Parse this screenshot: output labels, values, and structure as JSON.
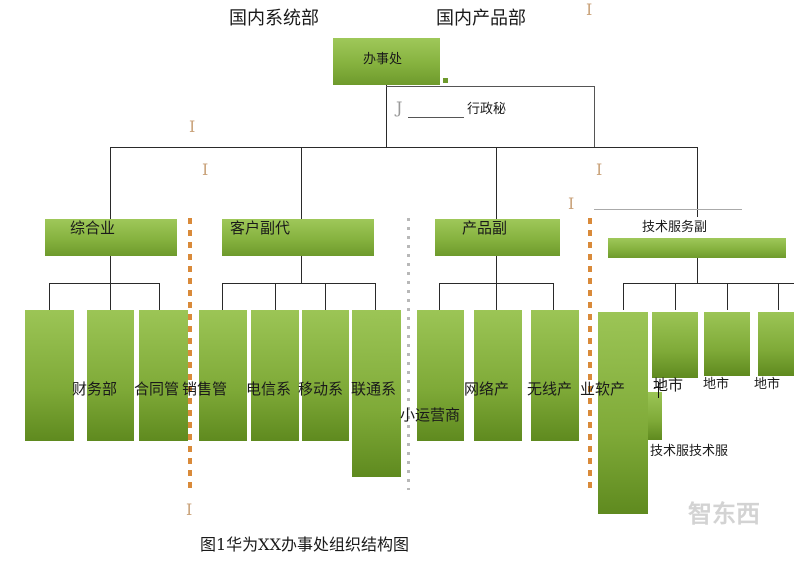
{
  "top_labels": {
    "left": "国内系统部",
    "right": "国内产品部"
  },
  "root": {
    "label": "办事处"
  },
  "admin": {
    "prefix": "J",
    "label": "行政秘"
  },
  "level2": [
    {
      "label": "综合业"
    },
    {
      "label": "客户副代"
    },
    {
      "label": "产品副"
    },
    {
      "label": "技术服务副"
    }
  ],
  "level3": {
    "a": [
      "财务部",
      "合同管",
      "销售管"
    ],
    "b": [
      "电信系",
      "移动系",
      "联通系"
    ],
    "b_extra": "小运营商",
    "c": [
      "网络产",
      "无线产",
      "业软产"
    ],
    "d_top": [
      "地市",
      "地市",
      "地市"
    ],
    "d_bottom": "技术服技术服"
  },
  "caption": "图1华为XX办事处组织结构图",
  "watermark": "智东西",
  "marks": [
    "I",
    "I",
    "I",
    "I",
    "I",
    "I"
  ]
}
